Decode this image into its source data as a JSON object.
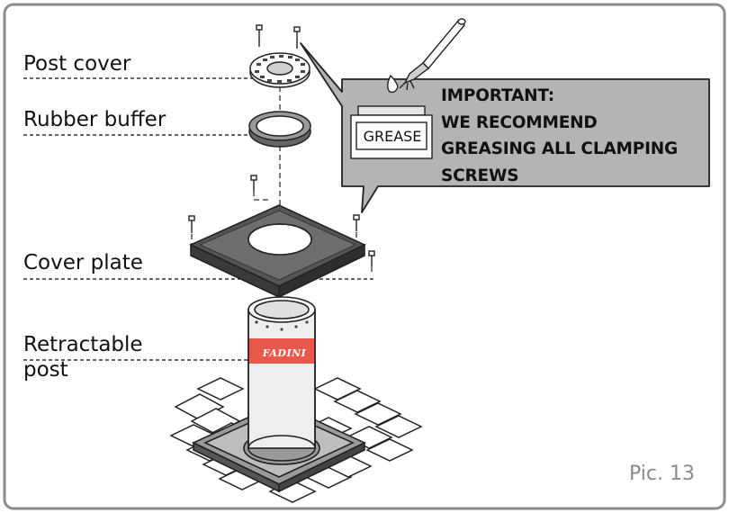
{
  "labels": {
    "post_cover": "Post cover",
    "rubber_buffer": "Rubber buffer",
    "cover_plate": "Cover plate",
    "retractable_post_line1": "Retractable",
    "retractable_post_line2": "post"
  },
  "callout": {
    "line1": "IMPORTANT:",
    "line2": "WE RECOMMEND",
    "line3": "GREASING ALL CLAMPING",
    "line4": "SCREWS",
    "grease_tin_label": "GREASE"
  },
  "post_brand": "FADINI",
  "picture_number": "Pic. 13",
  "colors": {
    "frame": "#8c8c8c",
    "callout_fill": "#b4b4b4",
    "post_band": "#e9584a",
    "pic_label": "#8a8a8a"
  }
}
